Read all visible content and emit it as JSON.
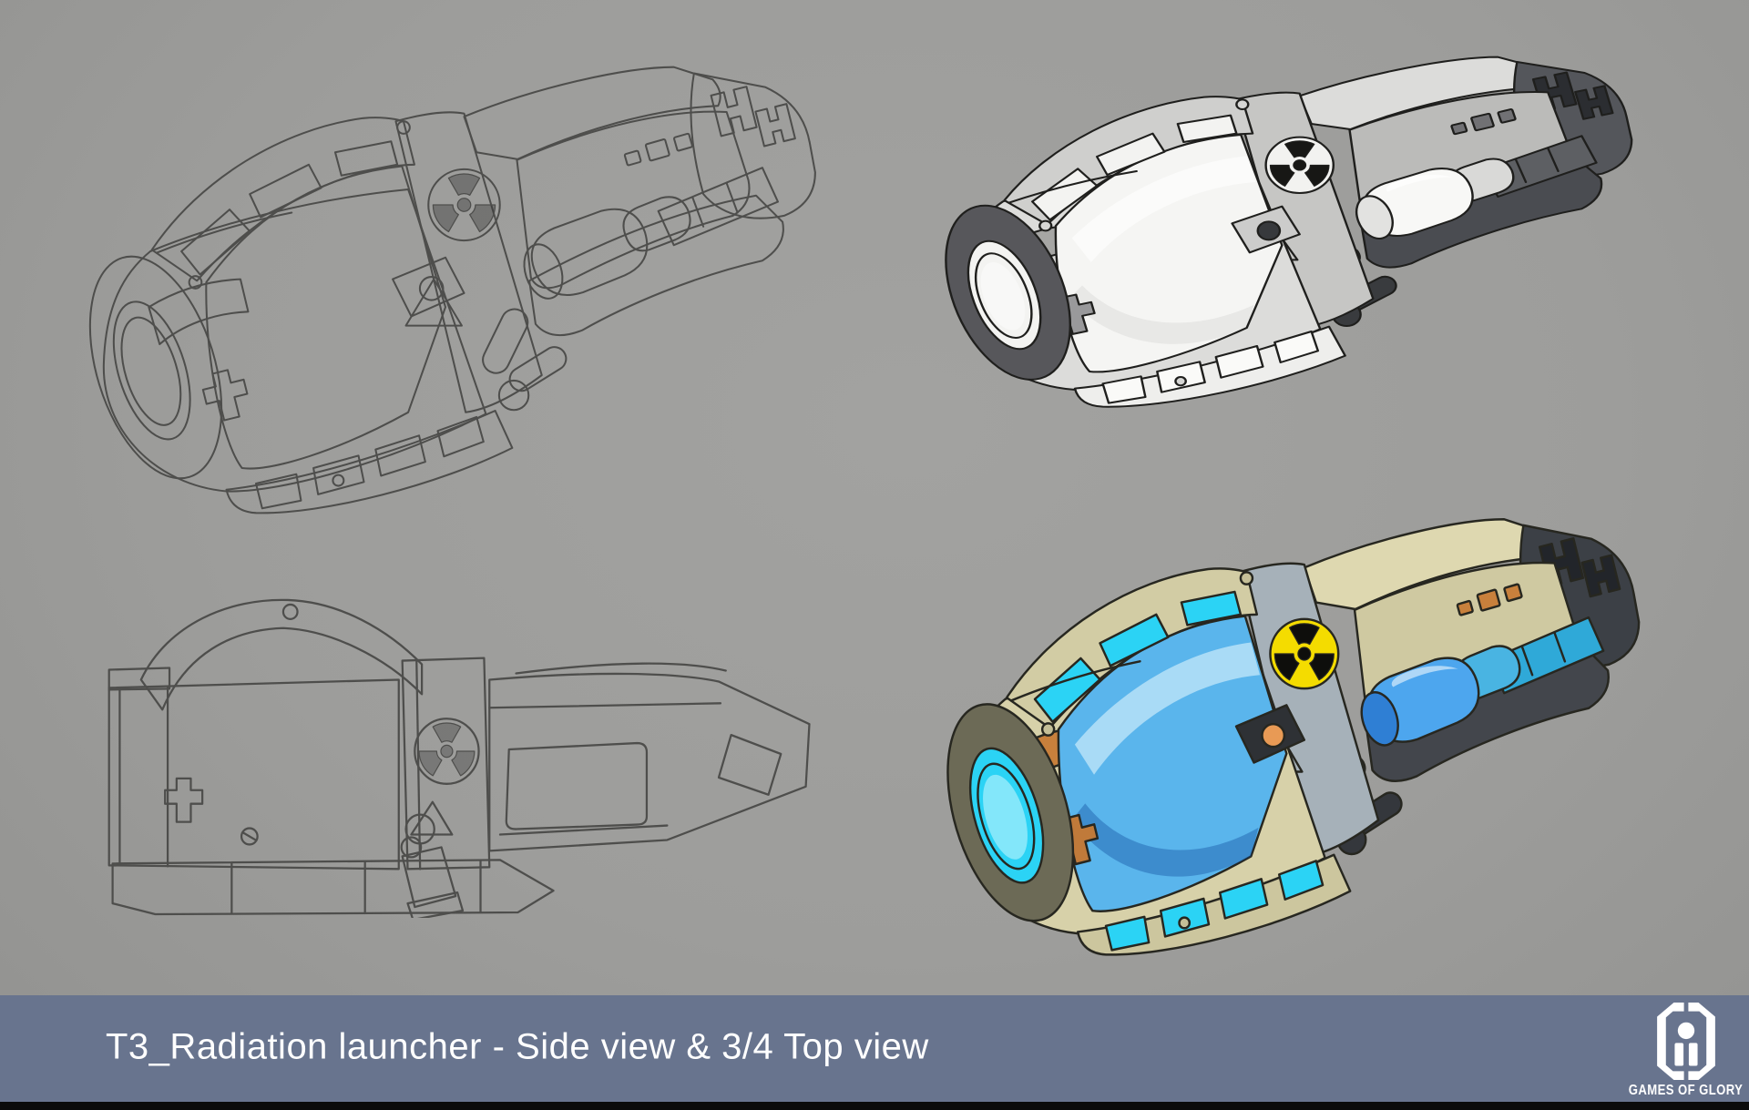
{
  "caption": {
    "text": "T3_Radiation launcher - Side view & 3/4 Top view"
  },
  "branding": {
    "name": "GAMES OF GLORY"
  },
  "artwork": {
    "subject": "T3_Radiation launcher",
    "views": [
      {
        "id": "sketch-34-top",
        "label": "3/4 Top view line sketch"
      },
      {
        "id": "grayscale-render",
        "label": "3/4 Top view grayscale render"
      },
      {
        "id": "side-sketch",
        "label": "Side view line sketch"
      },
      {
        "id": "color-render",
        "label": "3/4 Top view color render"
      }
    ],
    "markings": [
      "radiation-trefoil",
      "warning-triangle",
      "cross-emblem"
    ]
  },
  "colors": {
    "bg": "#9d9d9b",
    "bar": "#68748e",
    "text": "#ffffff",
    "footer": "#0b0b0b",
    "sketch-line": "#4a4a48",
    "cream": "#d7d1a9",
    "olive": "#6c6a56",
    "cyan": "#2bd3f5",
    "teal": "#2fa9d8",
    "core-blue": "#5ab5ec",
    "canister-blue": "#4da6ee",
    "gunmetal": "#3c4046",
    "charcoal": "#22252a",
    "orange": "#c8803c",
    "amber": "#e89a55",
    "radiation-yellow": "#f4dc00",
    "gray-light": "#dcdcda",
    "gray-dark": "#54565b",
    "white": "#f5f5f3"
  }
}
